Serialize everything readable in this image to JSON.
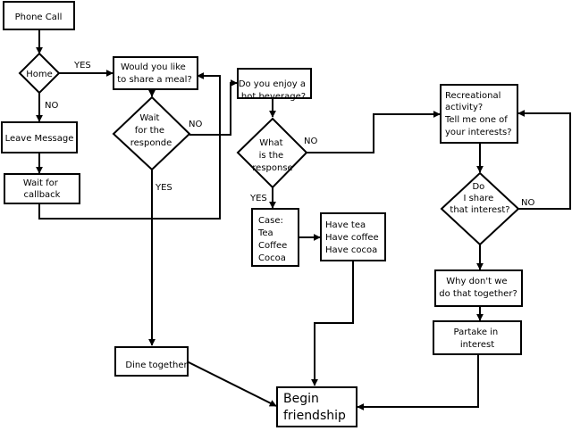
{
  "nodes": {
    "phone_call": [
      "Phone Call"
    ],
    "home": [
      "Home"
    ],
    "leave_message": [
      "Leave Message"
    ],
    "wait_callback": [
      "Wait for",
      "callback"
    ],
    "share_meal": [
      "Would you like",
      "to share a meal?"
    ],
    "wait_response": [
      "Wait",
      "for the",
      "responde"
    ],
    "dine_together": [
      "Dine together"
    ],
    "hot_beverage": [
      "Do you enjoy a",
      "hot beverage?"
    ],
    "what_response": [
      "What",
      "is the",
      "response"
    ],
    "case": [
      "Case:",
      "Tea",
      "Coffee",
      "Cocoa"
    ],
    "have": [
      "Have tea",
      "Have coffee",
      "Have cocoa"
    ],
    "recreational": [
      "Recreational",
      "activity?",
      "Tell me one of",
      "your interests?"
    ],
    "share_interest": [
      "Do",
      "I share",
      "that interest?"
    ],
    "why_dont": [
      "Why don't we",
      "do that together?"
    ],
    "partake": [
      "Partake in",
      "interest"
    ],
    "begin": [
      "Begin",
      "friendship"
    ]
  },
  "edge_labels": {
    "home_yes": "YES",
    "home_no": "NO",
    "wait_no": "NO",
    "wait_yes": "YES",
    "what_no": "NO",
    "what_yes": "YES",
    "interest_no": "NO"
  },
  "colors": {
    "stroke": "#000000",
    "fill": "#ffffff",
    "background": "#ffffff"
  }
}
